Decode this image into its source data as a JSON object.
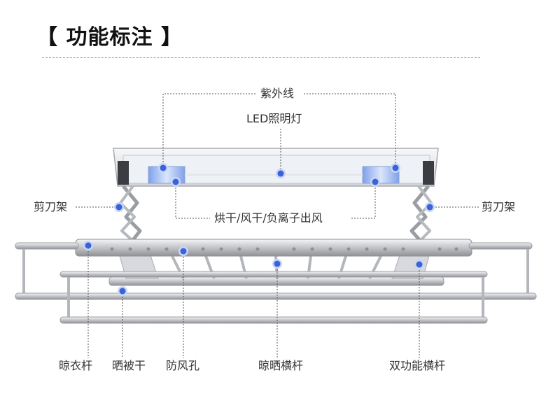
{
  "title": "【 功能标注 】",
  "labels": {
    "uv": "紫外线",
    "led": "LED照明灯",
    "drying": "烘干/风干/负离子出风",
    "scissor_left": "剪刀架",
    "scissor_right": "剪刀架",
    "clothes_rod": "晾衣杆",
    "quilt_rod": "晒被干",
    "vent_holes": "防风孔",
    "crossbar": "晾晒横杆",
    "dual_crossbar": "双功能横杆"
  },
  "colors": {
    "marker": "#3a63d8",
    "marker_ring": "#c9d6f7",
    "frame": "#c8c9cc",
    "frame_dark": "#8e9095",
    "panel": "#eef1f5",
    "uv_panel": "#9db7f0",
    "leader": "#555555"
  }
}
